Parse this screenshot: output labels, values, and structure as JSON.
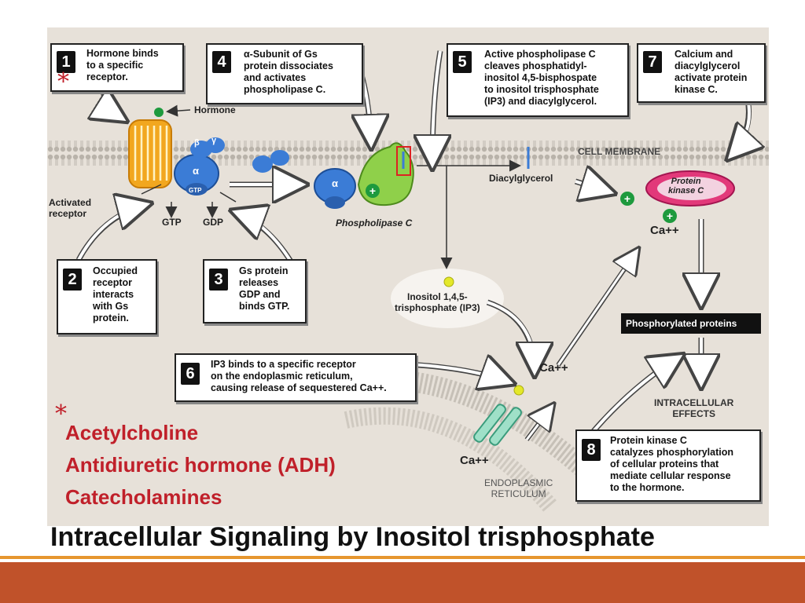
{
  "steps": [
    {
      "num": "1",
      "text": "Hormone binds\nto a specific\nreceptor."
    },
    {
      "num": "2",
      "text": "Occupied\nreceptor\ninteracts\nwith Gs\nprotein."
    },
    {
      "num": "3",
      "text": "Gs protein\nreleases\nGDP and\nbinds GTP."
    },
    {
      "num": "4",
      "text": "α-Subunit of Gs\nprotein dissociates\nand activates\nphospholipase C."
    },
    {
      "num": "5",
      "text": "Active phospholipase C\ncleaves phosphatidyl-\ninositol 4,5-bisphospate\nto inositol trisphosphate\n(IP3) and diacylglycerol."
    },
    {
      "num": "6",
      "text": "IP3 binds to a specific receptor\non the endoplasmic reticulum,\ncausing release of sequestered Ca++."
    },
    {
      "num": "7",
      "text": "Calcium and\ndiacylglycerol\nactivate protein\nkinase C."
    },
    {
      "num": "8",
      "text": "Protein kinase C\ncatalyzes phosphorylation\nof cellular proteins that\nmediate cellular response\nto the hormone."
    }
  ],
  "labels": {
    "hormone": "Hormone",
    "activated_receptor": "Activated\nreceptor",
    "gtp": "GTP",
    "gdp": "GDP",
    "beta": "β",
    "gamma": "γ",
    "alpha": "α",
    "gtp_small": "GTP",
    "cell_membrane": "CELL MEMBRANE",
    "diacylglycerol": "Diacylglycerol",
    "phospholipase_c": "Phospholipase C",
    "protein_kinase_c": "Protein\nkinase C",
    "ca_pkc": "Ca++",
    "ip3": "Inositol 1,4,5-\ntrisphosphate (IP3)",
    "ca_er_top": "Ca++",
    "ca_er_bottom": "Ca++",
    "phosphorylated_proteins": "Phosphorylated proteins",
    "intracellular_effects": "INTRACELLULAR\nEFFECTS",
    "endoplasmic_reticulum": "ENDOPLASMIC\nRETICULUM"
  },
  "stars": {
    "receptor_star": "*",
    "examples_star": "*"
  },
  "examples": [
    "Acetylcholine",
    "Antidiuretic hormone (ADH)",
    "Catecholamines"
  ],
  "title": "Intracellular Signaling by Inositol trisphosphate",
  "colors": {
    "accent_red": "#c0202a",
    "bar_orange": "#e6962e",
    "bar_rust": "#c0522a",
    "figure_bg": "#e7e1d9"
  }
}
